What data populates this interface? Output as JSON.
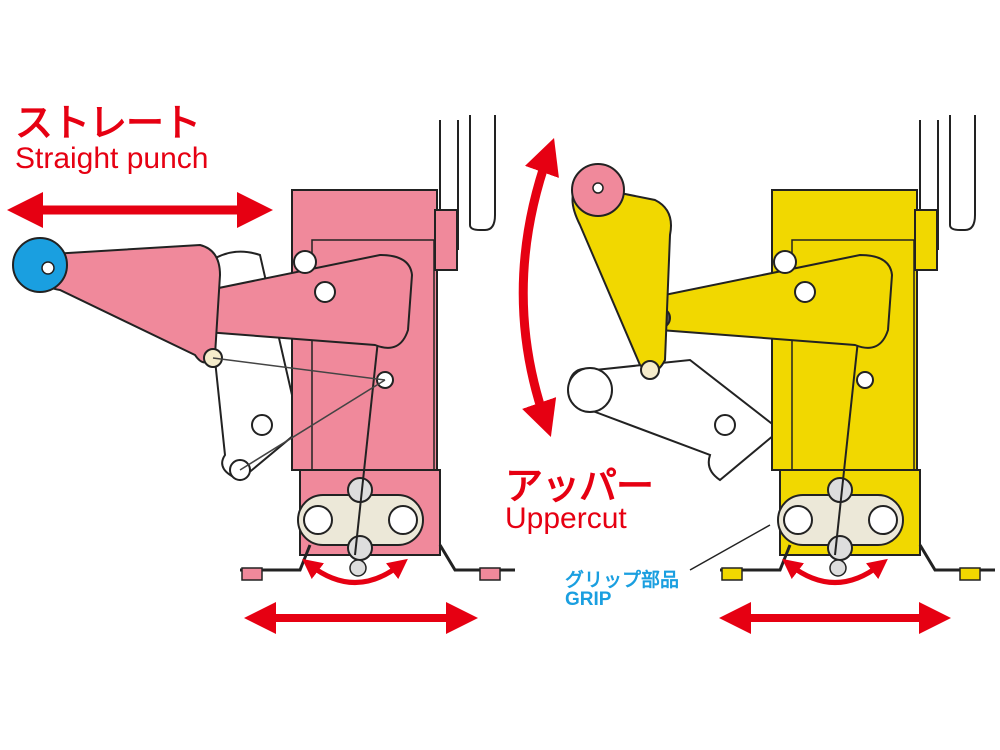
{
  "straight": {
    "jp": "ストレート",
    "en": "Straight punch"
  },
  "uppercut": {
    "jp": "アッパー",
    "en": "Uppercut"
  },
  "grip": {
    "jp": "グリップ部品",
    "en": "GRIP"
  },
  "colors": {
    "red": "#e60012",
    "pink": "#f0899b",
    "yellow": "#f1d800",
    "blue": "#1a9fe0"
  }
}
